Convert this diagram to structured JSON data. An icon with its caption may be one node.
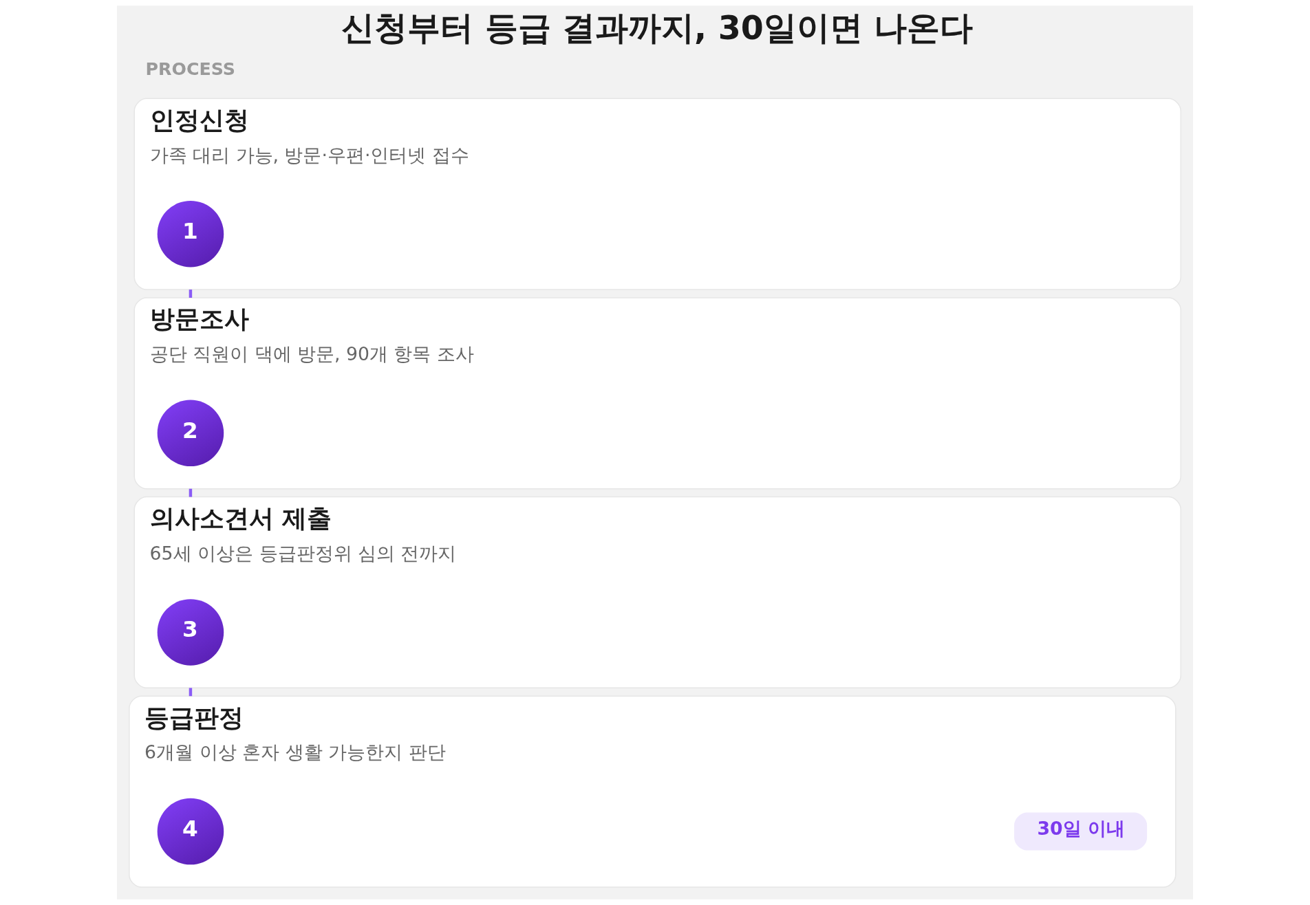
{
  "diagram": {
    "title": "신청부터 등급 결과까지, 30일이면 나온다",
    "nodes": [
      {
        "text": [
          "인정신청",
          "가족 대리 가능, 방문·우편·인터넷 접수"
        ]
      },
      {
        "text": [
          "1"
        ],
        "in": 0
      },
      {
        "text": [
          "방문조사",
          "공단 직원이 댁에 방문, 90개 항목 조사"
        ]
      },
      {
        "text": [
          "2"
        ],
        "in": 2
      },
      {
        "text": [
          "의사소견서 제출",
          "65세 이상은 등급판정위 심의 전까지"
        ]
      },
      {
        "text": [
          "3"
        ],
        "in": 4
      },
      {
        "text": [
          "등급판정",
          "6개월 이상 혼자 생활 가능한지 판단"
        ]
      },
      {
        "text": [
          "4"
        ],
        "in": 6
      },
      {
        "text": [
          "30일 이내"
        ],
        "in": 6
      }
    ],
    "edges": [
      {
        "from": 0,
        "to": 2,
        "arrow": "none"
      },
      {
        "from": 2,
        "to": 4,
        "arrow": "none"
      },
      {
        "from": 4,
        "to": 6,
        "arrow": "none"
      }
    ],
    "labels": [
      "PROCESS"
    ]
  }
}
